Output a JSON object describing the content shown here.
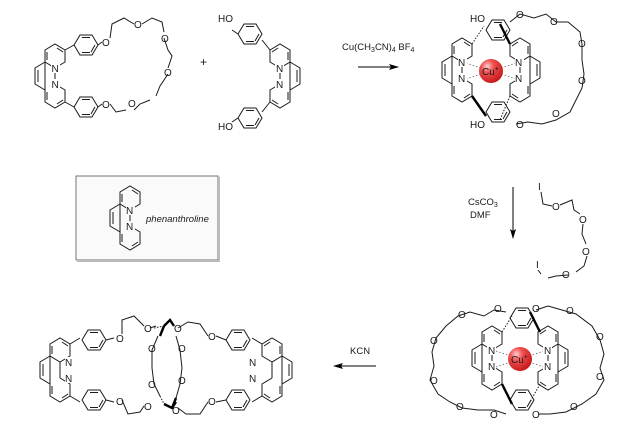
{
  "scheme": {
    "plus_sign": "+",
    "step1": {
      "reagent": "Cu(CH",
      "reagent_sub1": "3",
      "reagent_mid": "CN)",
      "reagent_sub2": "4",
      "reagent_end": " BF",
      "reagent_sub3": "4"
    },
    "step2": {
      "reagent1_main": "CsCO",
      "reagent1_sub": "3",
      "reagent2": "DMF"
    },
    "step3": {
      "reagent": "KCN"
    },
    "inset": {
      "name": "phenanthroline"
    },
    "metal_label": "Cu",
    "metal_charge": "+",
    "metal_color": "#e8262b",
    "atoms": {
      "nitrogen": "N",
      "oxygen": "O",
      "hydroxyl": "HO",
      "iodine": "I"
    }
  }
}
